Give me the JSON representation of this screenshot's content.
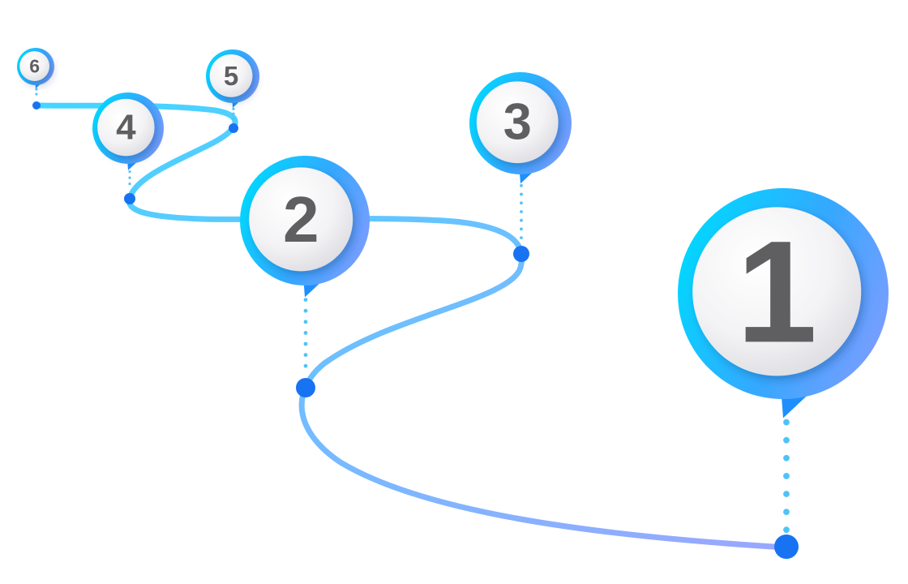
{
  "steps": [
    {
      "label": "1"
    },
    {
      "label": "2"
    },
    {
      "label": "3"
    },
    {
      "label": "4"
    },
    {
      "label": "5"
    },
    {
      "label": "6"
    }
  ],
  "colors": {
    "ring_start": "#00d8ff",
    "ring_end": "#7b9dff",
    "path_start": "#43d6ff",
    "path_end": "#9aa7ff",
    "node": "#1873f2",
    "dots": "#4fc3f7",
    "disc_light": "#ffffff",
    "disc_shade": "#e7e7eb",
    "number": "#5f5f62"
  },
  "icons": [
    "map-pin-icon",
    "route-path-icon"
  ]
}
